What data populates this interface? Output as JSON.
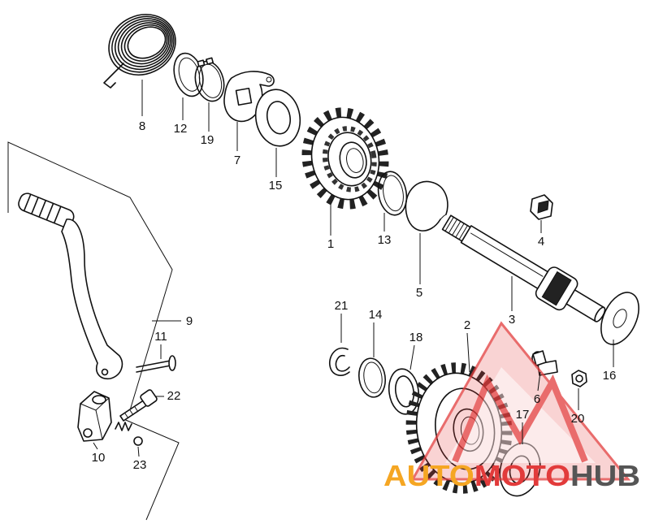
{
  "callouts": [
    "1",
    "2",
    "3",
    "4",
    "5",
    "6",
    "7",
    "8",
    "9",
    "10",
    "11",
    "12",
    "13",
    "14",
    "15",
    "16",
    "17",
    "18",
    "19",
    "20",
    "21",
    "22",
    "23"
  ],
  "watermark": {
    "part1": "AUTO",
    "part2": "MOTO",
    "part3": "HUB"
  },
  "colors": {
    "line": "#111111",
    "background": "#ffffff",
    "watermark_orange": "#f5a623",
    "watermark_red": "#e23b3b",
    "watermark_gray": "#555555"
  }
}
